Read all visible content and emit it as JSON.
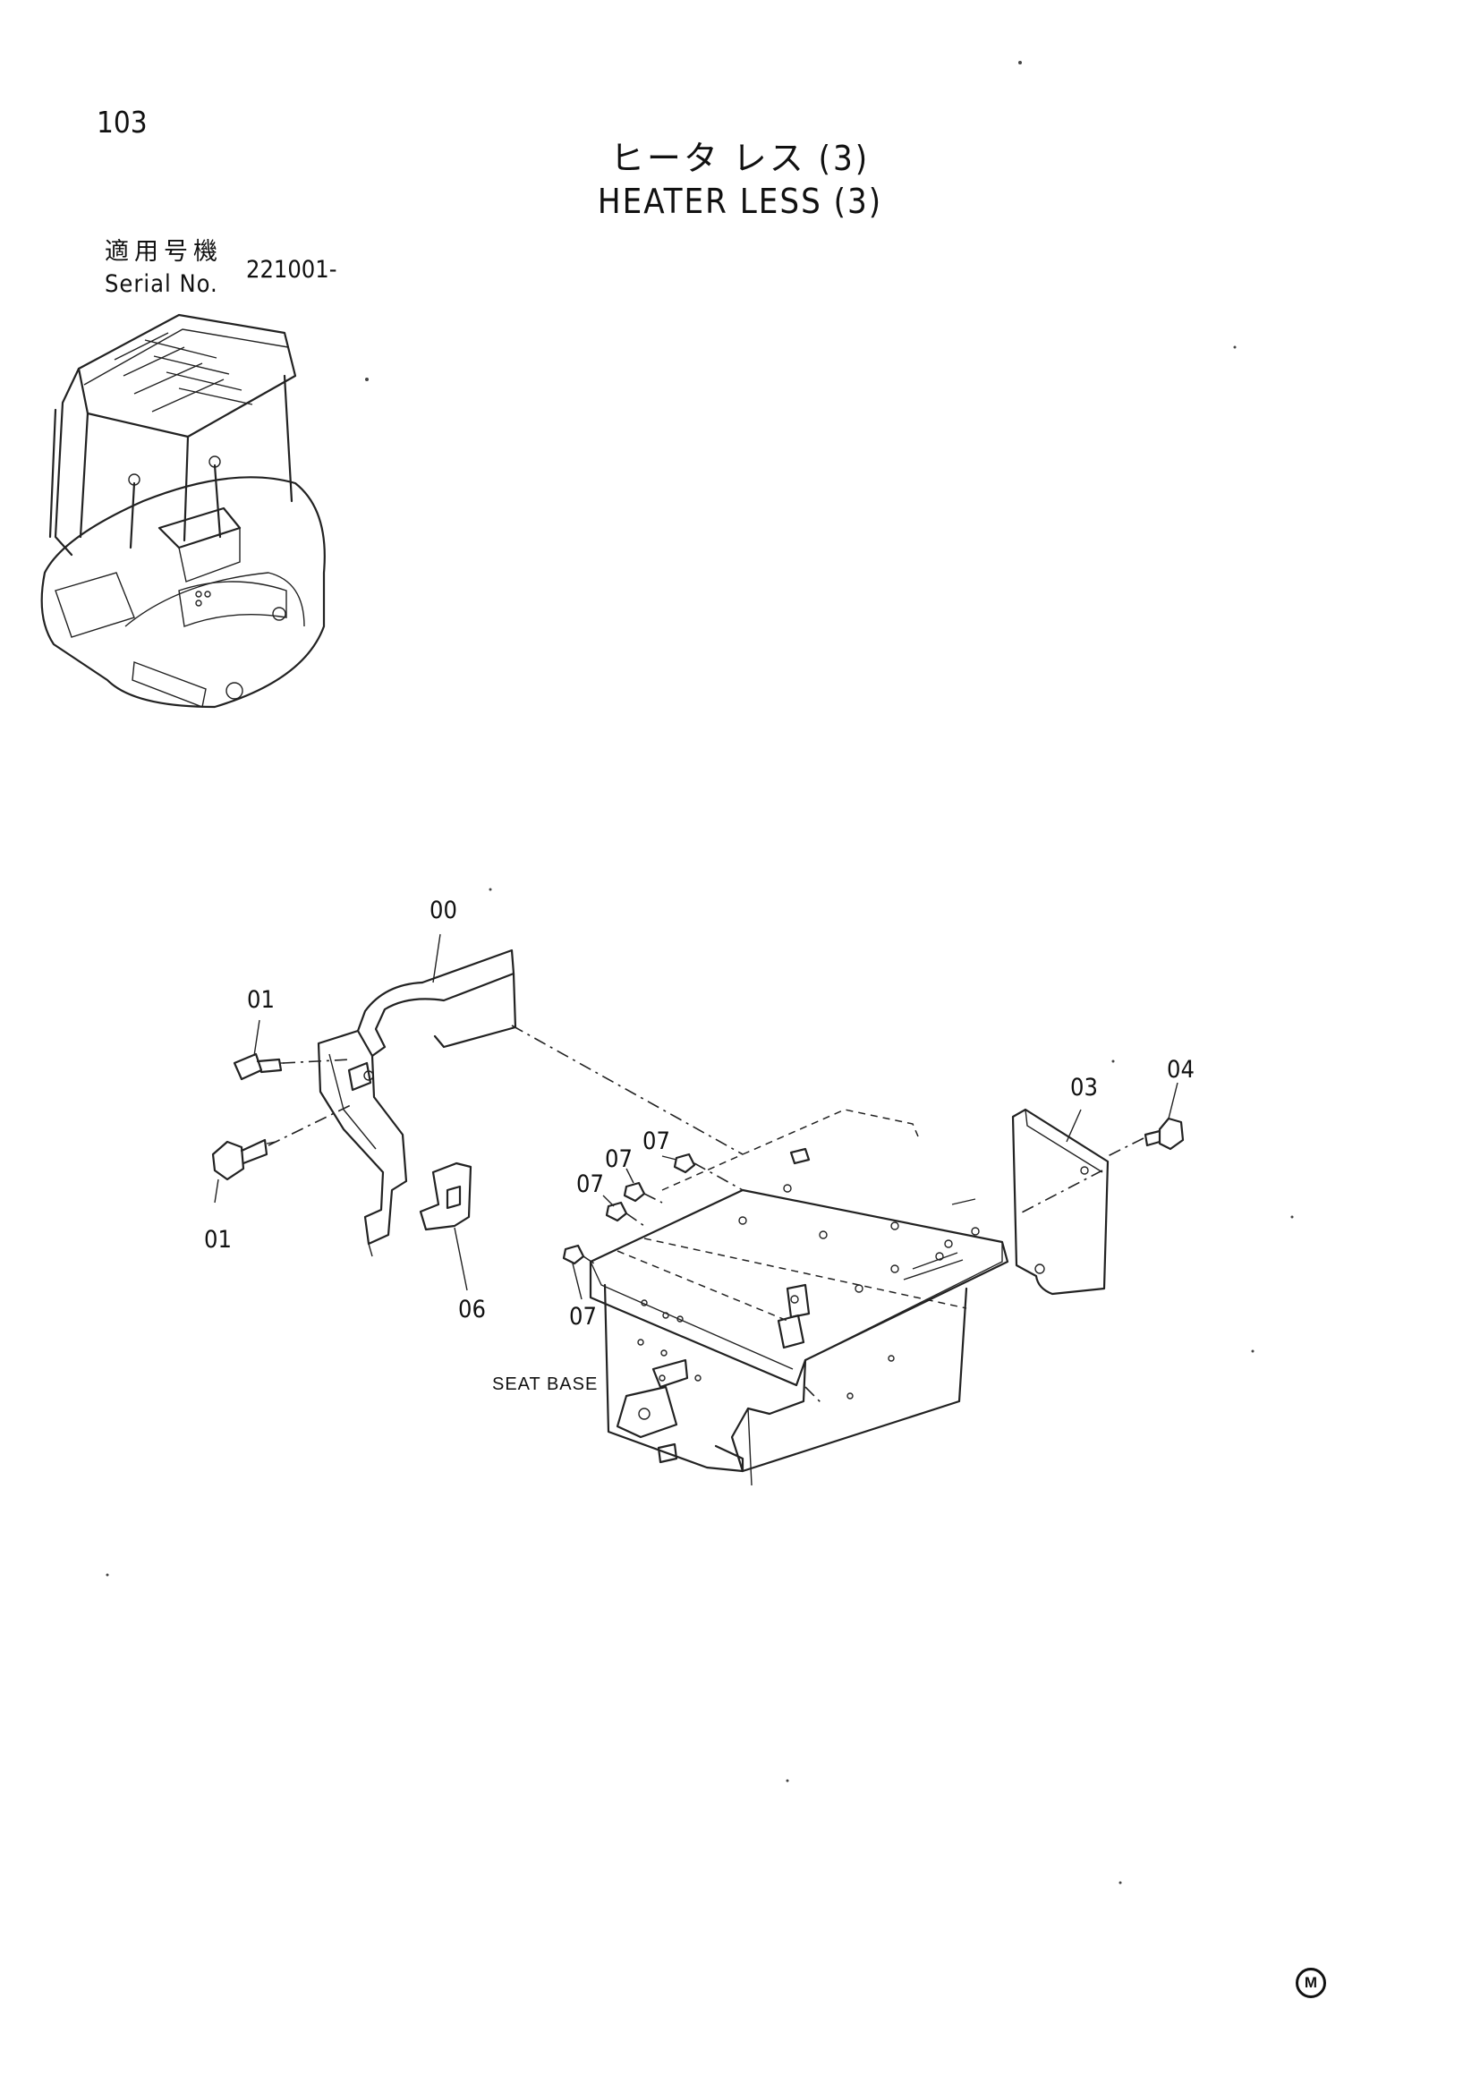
{
  "page": {
    "number": "103",
    "title_jp": "ヒータ レス (3)",
    "title_en": "HEATER LESS (3)"
  },
  "serial": {
    "label_jp": "適用号機",
    "label_en": "Serial No.",
    "value": "221001-"
  },
  "callouts": [
    "00",
    "01",
    "01",
    "03",
    "04",
    "06",
    "07",
    "07",
    "07",
    "07"
  ],
  "labels": {
    "seat_base": "SEAT BASE",
    "corner_mark": "M"
  }
}
